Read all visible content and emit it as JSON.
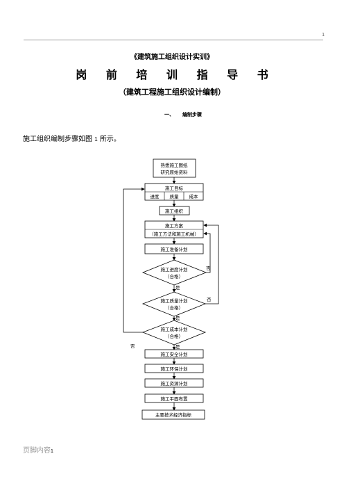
{
  "header": {
    "page_number": "1"
  },
  "title": {
    "main": "《建筑施工组织设计实训》",
    "subtitle": "岗 前 培 训 指 导 书",
    "edition": "（建筑工程施工组织设计编制）"
  },
  "section": {
    "number": "一、",
    "title": "编制步骤"
  },
  "intro": {
    "before": "施工组织编制步骤如图 ",
    "fig": "1",
    "after": " 所示。"
  },
  "flow": {
    "start_line1": "熟悉施工图纸",
    "start_line2": "研究原始资料",
    "target": "施工目标",
    "target_sub": [
      "进度",
      "质量",
      "成本"
    ],
    "org": "施工组织",
    "scheme": "施工方案",
    "scheme_sub": "（施工方法和施工机械）",
    "prep": "施工准备计划",
    "schedule_check": "施工进度计划",
    "quality_check": "施工质量计划",
    "cost_check": "施工成本计划",
    "pass": "（合格）",
    "yes": "是",
    "no": "否",
    "safety": "施工安全计划",
    "env": "施工环保计划",
    "resource": "施工资源计划",
    "layout": "施工平面布置",
    "indicators": "主要技术经济指标"
  },
  "footer": {
    "text": "页脚内容",
    "page": "1"
  }
}
